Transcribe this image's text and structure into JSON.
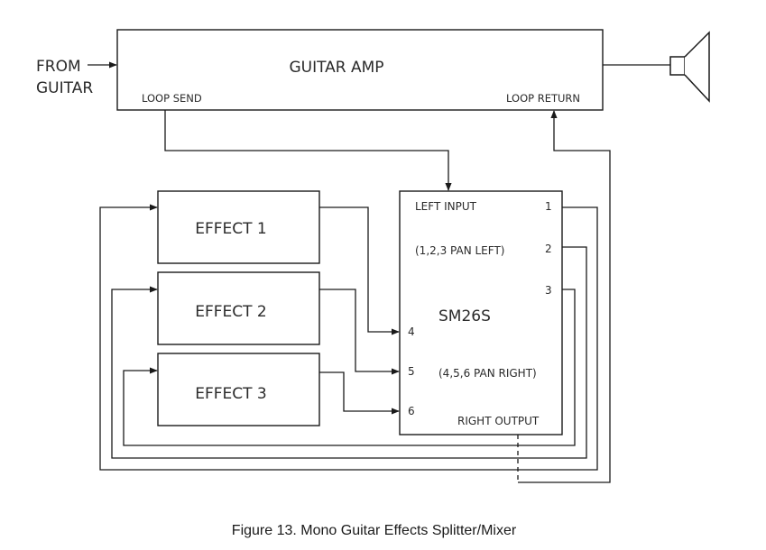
{
  "input": {
    "label_line1": "FROM",
    "label_line2": "GUITAR"
  },
  "amp": {
    "title": "GUITAR AMP",
    "loop_send": "LOOP SEND",
    "loop_return": "LOOP RETURN"
  },
  "effects": [
    {
      "label": "EFFECT 1"
    },
    {
      "label": "EFFECT 2"
    },
    {
      "label": "EFFECT 3"
    }
  ],
  "mixer": {
    "name": "SM26S",
    "left_input": "LEFT INPUT",
    "pan_left_note": "(1,2,3 PAN LEFT)",
    "pan_right_note": "(4,5,6 PAN RIGHT)",
    "right_output": "RIGHT OUTPUT",
    "ports": {
      "p1": "1",
      "p2": "2",
      "p3": "3",
      "p4": "4",
      "p5": "5",
      "p6": "6"
    }
  },
  "caption": "Figure 13. Mono Guitar Effects Splitter/Mixer"
}
